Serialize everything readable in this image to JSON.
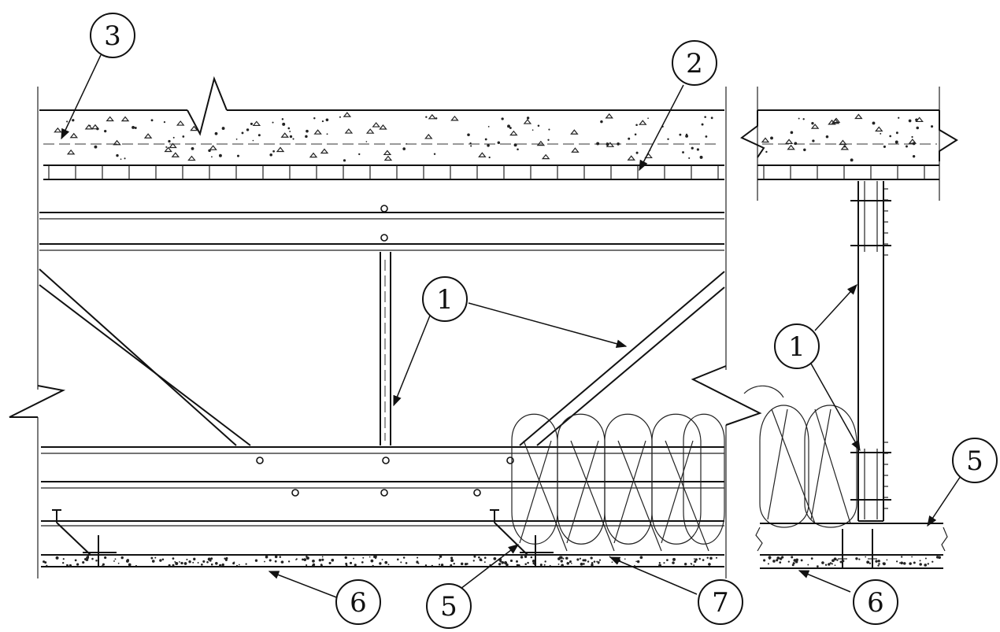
{
  "callouts": {
    "c3": "3",
    "c2": "2",
    "c1_main": "1",
    "c1_side": "1",
    "c5_side": "5",
    "c6_main": "6",
    "c5_main": "5",
    "c7": "7",
    "c6_side": "6"
  }
}
